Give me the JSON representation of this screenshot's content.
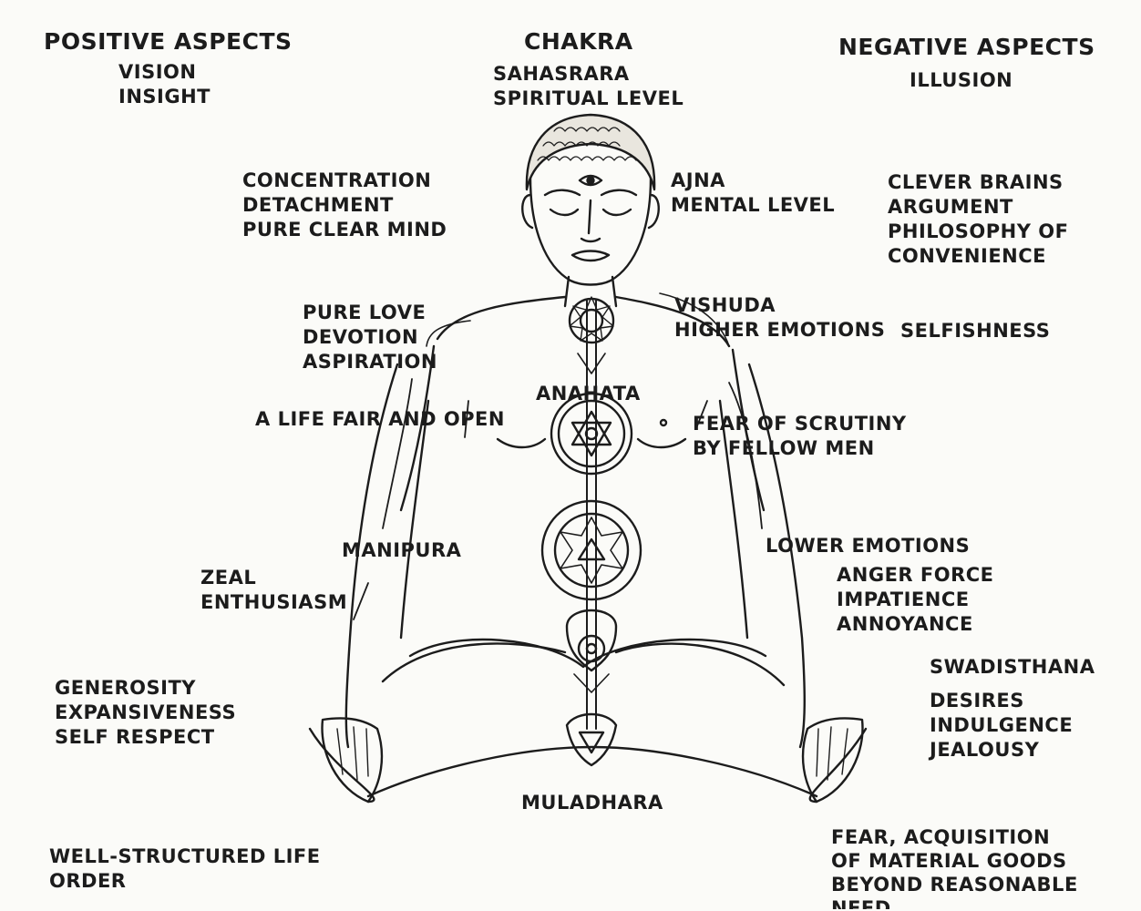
{
  "headers": {
    "positive": "POSITIVE ASPECTS",
    "chakra": "CHAKRA",
    "negative": "NEGATIVE ASPECTS"
  },
  "levels": {
    "sahasrara": {
      "positive": [
        "VISION",
        "INSIGHT"
      ],
      "chakra": [
        "SAHASRARA",
        "SPIRITUAL LEVEL"
      ],
      "negative": [
        "ILLUSION"
      ]
    },
    "ajna": {
      "positive": [
        "CONCENTRATION",
        "DETACHMENT",
        "PURE CLEAR MIND"
      ],
      "chakra": [
        "AJNA",
        "MENTAL LEVEL"
      ],
      "negative": [
        "CLEVER BRAINS",
        "ARGUMENT",
        "PHILOSOPHY OF",
        "CONVENIENCE"
      ]
    },
    "vishuda": {
      "positive": [
        "PURE LOVE",
        "DEVOTION",
        "ASPIRATION"
      ],
      "chakra": [
        "VISHUDA",
        "HIGHER EMOTIONS"
      ],
      "negative": [
        "SELFISHNESS"
      ]
    },
    "anahata": {
      "positive": [
        "A LIFE FAIR AND OPEN"
      ],
      "chakra": [
        "ANAHATA"
      ],
      "negative": [
        "FEAR OF SCRUTINY",
        "BY FELLOW MEN"
      ]
    },
    "manipura": {
      "positive": [
        "ZEAL",
        "ENTHUSIASM"
      ],
      "chakra": [
        "MANIPURA"
      ],
      "negative_heading": [
        "LOWER EMOTIONS"
      ],
      "negative": [
        "ANGER FORCE",
        "IMPATIENCE",
        "ANNOYANCE"
      ]
    },
    "swadisthana": {
      "positive": [
        "GENEROSITY",
        "EXPANSIVENESS",
        "SELF RESPECT"
      ],
      "chakra": [
        "SWADISTHANA"
      ],
      "negative": [
        "DESIRES",
        "INDULGENCE",
        "JEALOUSY"
      ]
    },
    "muladhara": {
      "positive": [
        "WELL-STRUCTURED LIFE",
        "ORDER"
      ],
      "chakra": [
        "MULADHARA"
      ],
      "negative": [
        "FEAR, ACQUISITION",
        "OF MATERIAL GOODS",
        "BEYOND REASONABLE",
        "NEED"
      ]
    }
  }
}
